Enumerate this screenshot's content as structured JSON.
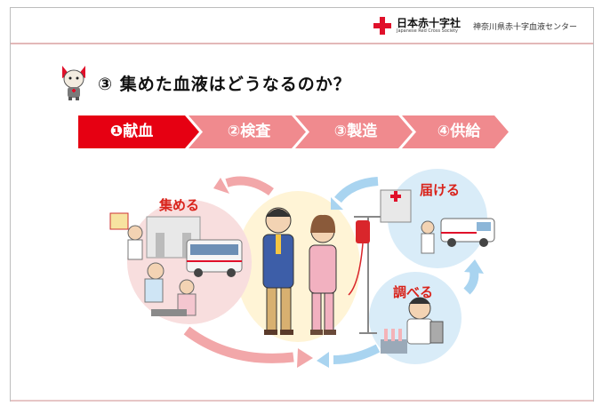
{
  "header": {
    "org_name": "日本赤十字社",
    "org_name_en": "Japanese Red Cross Society",
    "center_name": "神奈川県赤十字血液センター"
  },
  "slide": {
    "title": "③ 集めた血液はどうなるのか？"
  },
  "steps": [
    {
      "label": "❶献血",
      "active": true
    },
    {
      "label": "②検査",
      "active": false
    },
    {
      "label": "③製造",
      "active": false
    },
    {
      "label": "④供給",
      "active": false
    }
  ],
  "illustration": {
    "collect_label": "集める",
    "deliver_label": "届ける",
    "inspect_label": "調べる"
  },
  "colors": {
    "red": "#e0102a",
    "step_active": "#e60012",
    "step_inactive": "#f08a8e",
    "arrow_pink": "#f2a7a9",
    "arrow_blue": "#a9d4f0"
  }
}
